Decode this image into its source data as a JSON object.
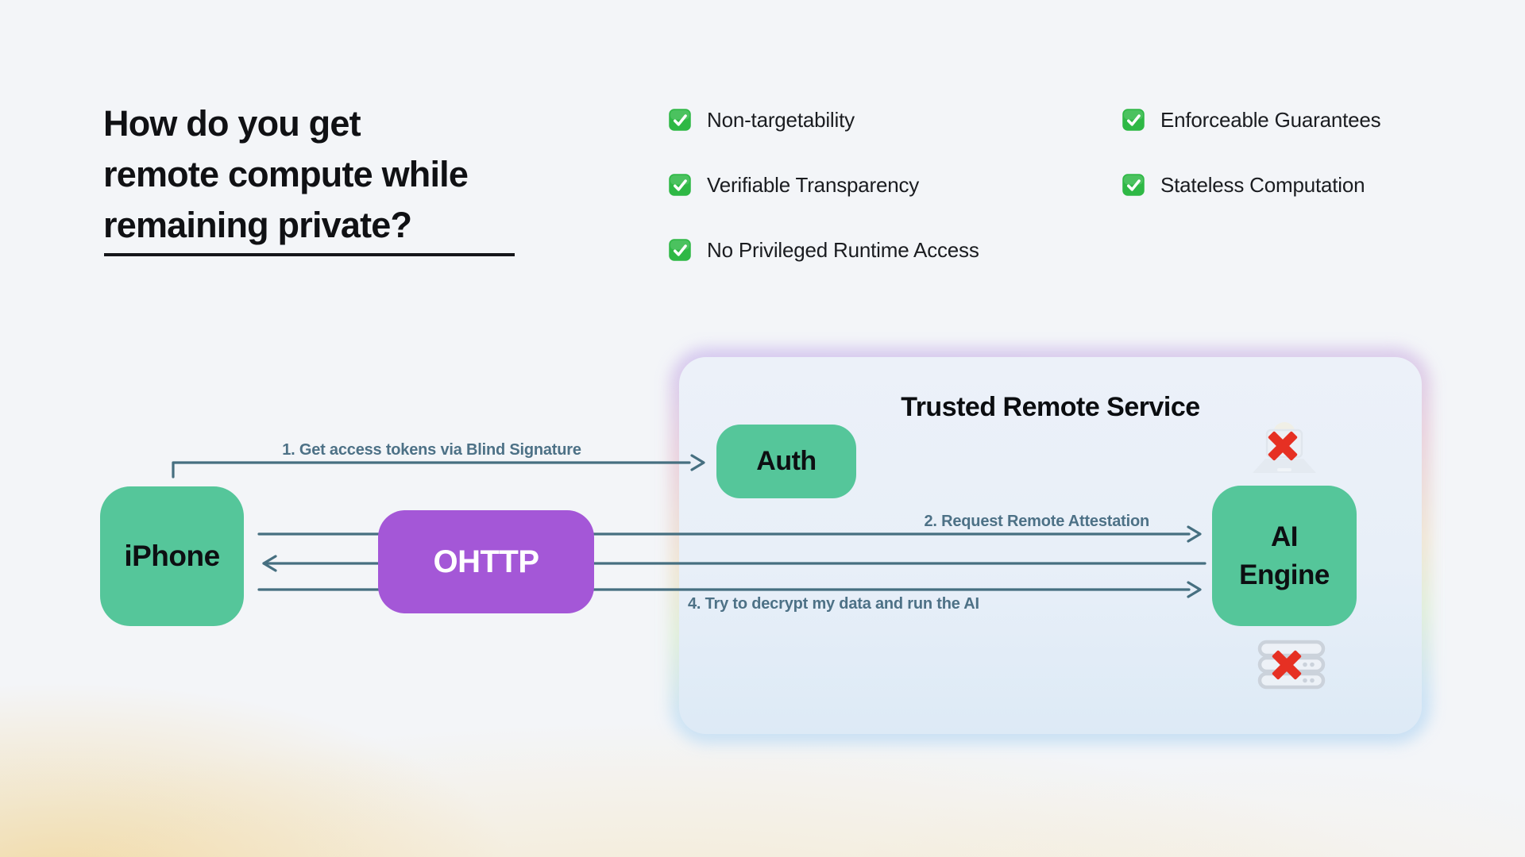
{
  "theme": {
    "background": "#f3f5f8",
    "node_green": "#55c69a",
    "node_purple": "#a457d7",
    "arrow_line": "#466f80",
    "arrow_label": "#4d7186",
    "text_ink": "#101114",
    "check_green": "#2eb845",
    "cross_red": "#e63023",
    "panel_bg": "#e8eff8"
  },
  "headline": {
    "lines": [
      "How do you get",
      "remote compute while",
      "remaining private?"
    ]
  },
  "checklist": {
    "columns": [
      {
        "items": [
          "Non-targetability",
          "Verifiable Transparency",
          "No Privileged Runtime Access"
        ]
      },
      {
        "items": [
          "Enforceable Guarantees",
          "Stateless Computation"
        ]
      }
    ]
  },
  "diagram": {
    "panel": {
      "title": "Trusted Remote Service"
    },
    "nodes": {
      "iphone": {
        "label": "iPhone"
      },
      "ohttp": {
        "label": "OHTTP"
      },
      "auth": {
        "label": "Auth"
      },
      "ai_engine": {
        "label_line1": "AI",
        "label_line2": "Engine"
      }
    },
    "arrows": {
      "step1": "1. Get access tokens via Blind Signature",
      "step2": "2. Request Remote Attestation",
      "step4": "4. Try to decrypt my data and run the AI"
    },
    "blocked": {
      "admin_access_icon": "laptop-blocked",
      "data_storage_icon": "server-blocked"
    }
  }
}
